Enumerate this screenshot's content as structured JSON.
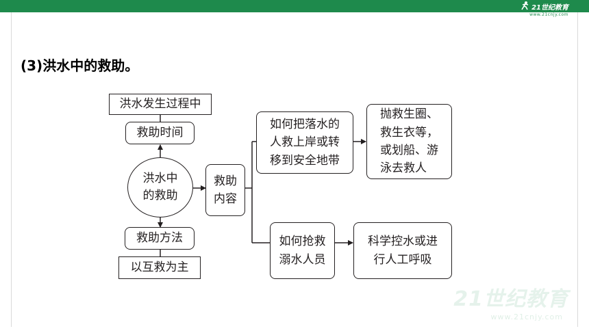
{
  "logo": {
    "brand": "21世纪教育",
    "url": "www.21cnjy.com"
  },
  "heading": "(3)洪水中的救助。",
  "diagram": {
    "center": "洪水中的救助",
    "center_lines": [
      "洪水中",
      "的救助"
    ],
    "top_time_label": "救助时间",
    "top_time_value": "洪水发生过程中",
    "bottom_method_label": "救助方法",
    "bottom_method_value": "以互救为主",
    "content_label": "救助内容",
    "content_lines": [
      "救助",
      "内容"
    ],
    "branch1_question_lines": [
      "如何把落水的",
      "人救上岸或转",
      "移到安全地带"
    ],
    "branch1_answer_lines": [
      "抛救生圈、",
      "救生衣等，",
      "或划船、游",
      "泳去救人"
    ],
    "branch2_question_lines": [
      "如何抢救",
      "溺水人员"
    ],
    "branch2_answer_lines": [
      "科学控水或进",
      "行人工呼吸"
    ]
  },
  "watermark": {
    "brand": "21世纪教育",
    "url": "www.21cnjy.com"
  }
}
